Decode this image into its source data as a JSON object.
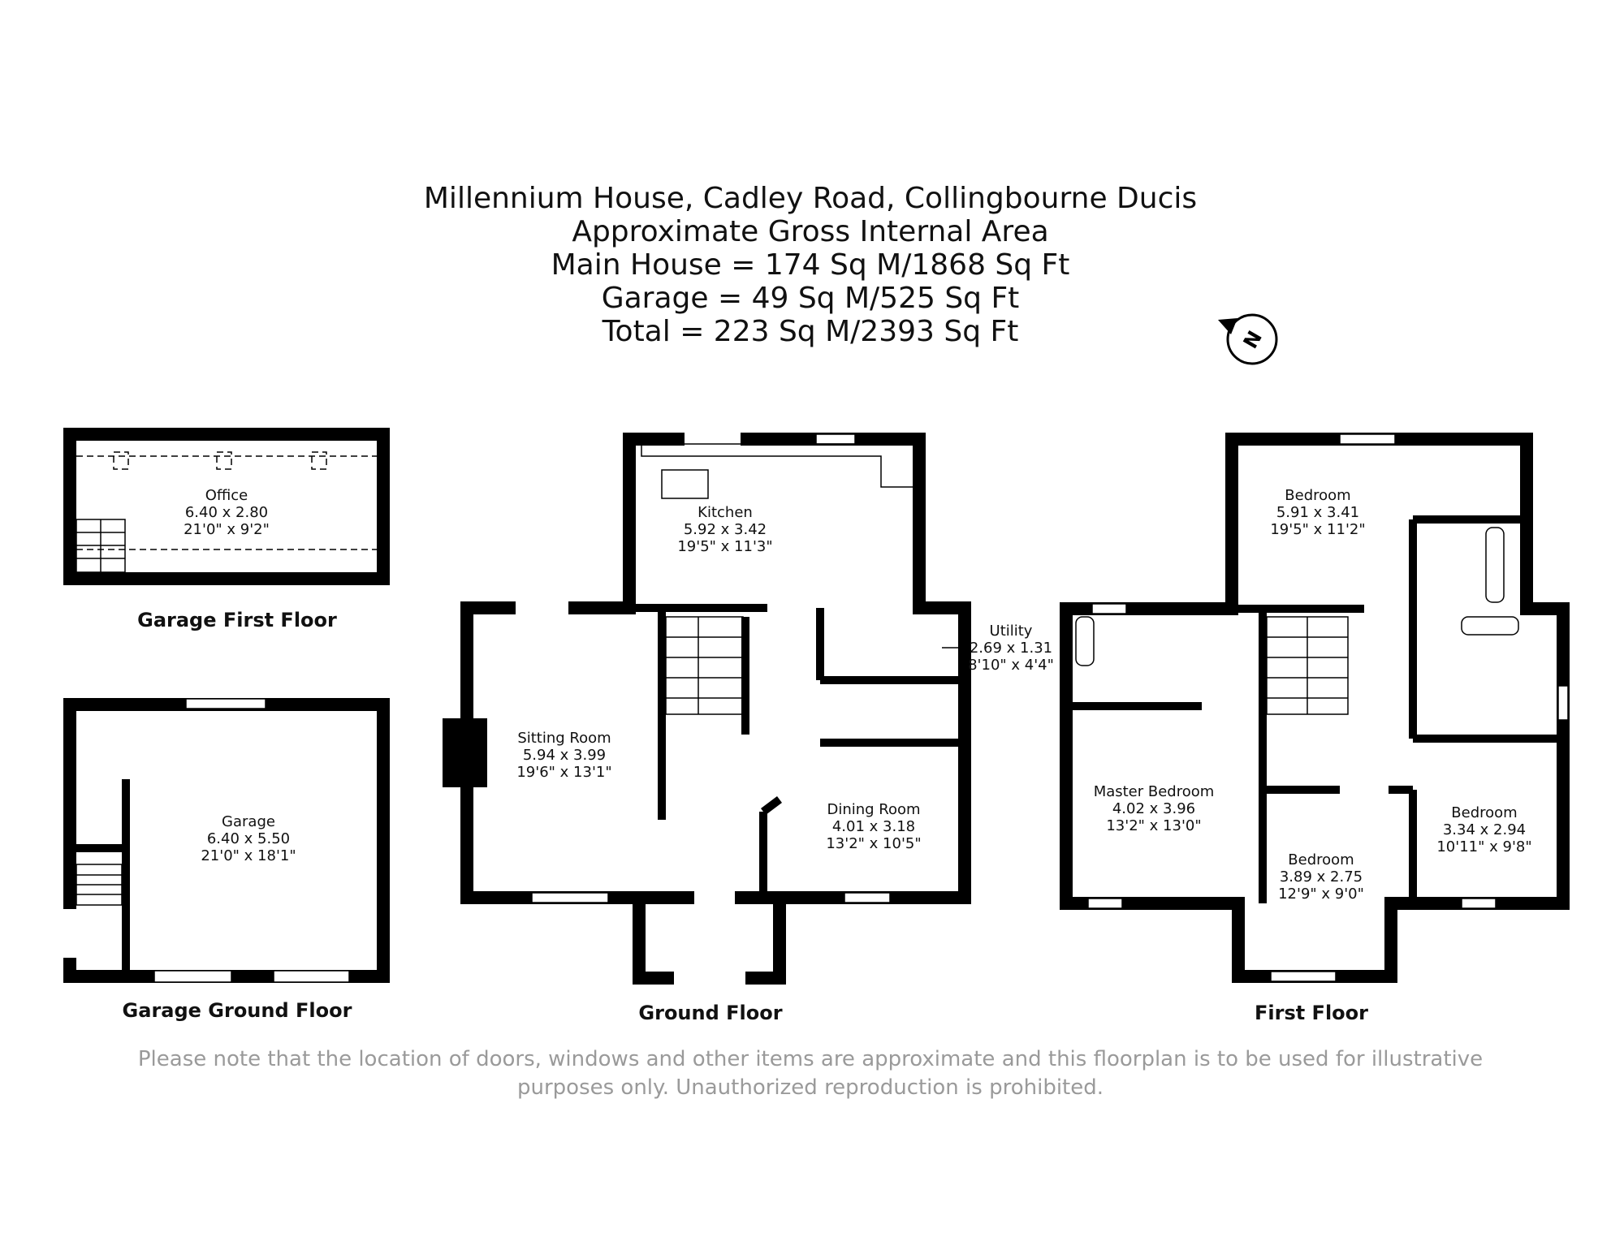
{
  "header": {
    "line1": "Millennium House, Cadley Road, Collingbourne Ducis",
    "line2": "Approximate Gross Internal Area",
    "line3": "Main House = 174 Sq M/1868 Sq Ft",
    "line4": "Garage = 49 Sq M/525 Sq Ft",
    "line5": "Total = 223 Sq M/2393 Sq Ft"
  },
  "compass": {
    "label": "N"
  },
  "floors": {
    "garage_first": {
      "title": "Garage First Floor",
      "office": {
        "name": "Office",
        "metric": "6.40 x 2.80",
        "imperial": "21'0\" x 9'2\""
      }
    },
    "garage_ground": {
      "title": "Garage Ground Floor",
      "garage": {
        "name": "Garage",
        "metric": "6.40 x 5.50",
        "imperial": "21'0\" x 18'1\""
      }
    },
    "ground": {
      "title": "Ground Floor",
      "kitchen": {
        "name": "Kitchen",
        "metric": "5.92 x 3.42",
        "imperial": "19'5\" x 11'3\""
      },
      "sitting": {
        "name": "Sitting Room",
        "metric": "5.94 x 3.99",
        "imperial": "19'6\" x 13'1\""
      },
      "utility": {
        "name": "Utility",
        "metric": "2.69 x 1.31",
        "imperial": "8'10\" x 4'4\""
      },
      "dining": {
        "name": "Dining Room",
        "metric": "4.01 x 3.18",
        "imperial": "13'2\" x 10'5\""
      }
    },
    "first": {
      "title": "First Floor",
      "bed1": {
        "name": "Bedroom",
        "metric": "5.91 x 3.41",
        "imperial": "19'5\" x 11'2\""
      },
      "master": {
        "name": "Master Bedroom",
        "metric": "4.02 x 3.96",
        "imperial": "13'2\" x 13'0\""
      },
      "bed2": {
        "name": "Bedroom",
        "metric": "3.89 x 2.75",
        "imperial": "12'9\" x 9'0\""
      },
      "bed3": {
        "name": "Bedroom",
        "metric": "3.34 x 2.94",
        "imperial": "10'11\" x 9'8\""
      }
    }
  },
  "disclaimer": {
    "line1": "Please note that the location of doors, windows and other items are approximate and this floorplan is to be used for illustrative",
    "line2": "purposes only. Unauthorized reproduction is prohibited."
  }
}
